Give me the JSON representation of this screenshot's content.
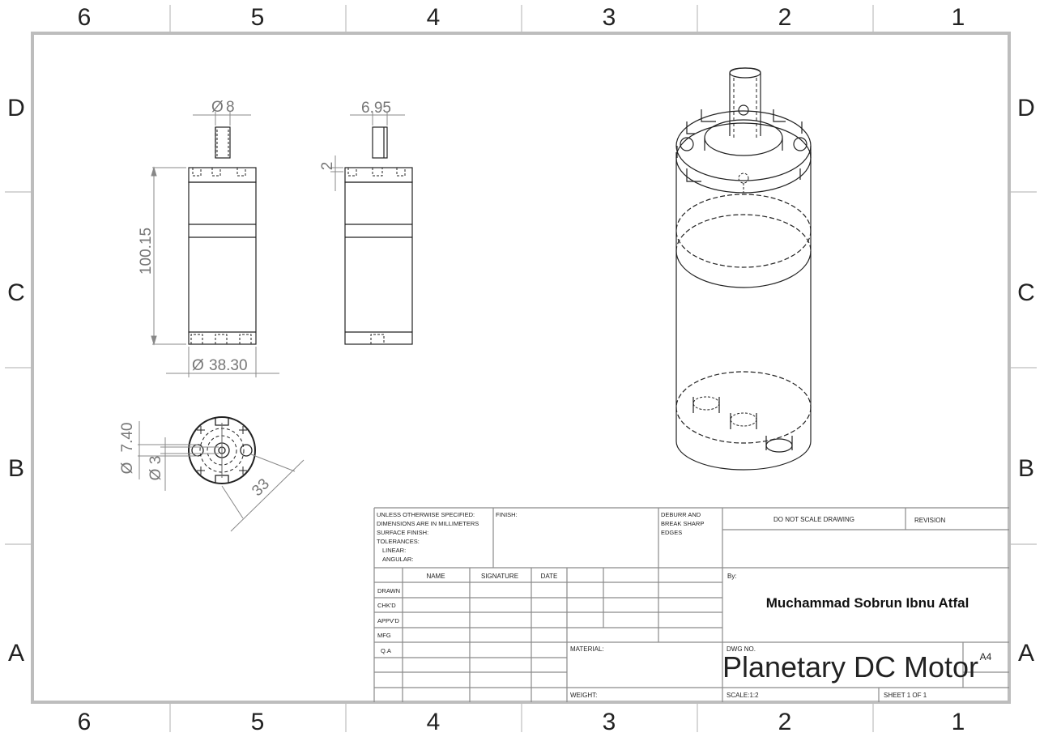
{
  "zones": {
    "top": [
      "6",
      "5",
      "4",
      "3",
      "2",
      "1"
    ],
    "bottom": [
      "6",
      "5",
      "4",
      "3",
      "2",
      "1"
    ],
    "left": [
      "D",
      "C",
      "B",
      "A"
    ],
    "right": [
      "D",
      "C",
      "B",
      "A"
    ]
  },
  "dimensions": {
    "front_shaft_dia": "8",
    "front_length": "100.15",
    "front_body_dia": "38.30",
    "side_shaft_flat": "6.95",
    "side_step": "2",
    "bottom_hole_circle": "7.40",
    "bottom_center_bore": "3",
    "bottom_bolt_circle": "33"
  },
  "dia_symbol": "Ø",
  "title_block": {
    "spec_lines": [
      "UNLESS OTHERWISE SPECIFIED:",
      "DIMENSIONS ARE IN MILLIMETERS",
      "SURFACE FINISH:",
      "TOLERANCES:",
      "LINEAR:",
      "ANGULAR:"
    ],
    "finish": "FINISH:",
    "deburr_lines": [
      "DEBURR AND",
      "BREAK SHARP",
      "EDGES"
    ],
    "do_not_scale": "DO NOT SCALE DRAWING",
    "revision": "REVISION",
    "cols": [
      "NAME",
      "SIGNATURE",
      "DATE"
    ],
    "rows": [
      "DRAWN",
      "CHK'D",
      "APPV'D",
      "MFG",
      "Q.A"
    ],
    "by_label": "By:",
    "author": "Muchammad Sobrun Ibnu Atfal",
    "material": "MATERIAL:",
    "dwg_no": "DWG NO.",
    "title": "Planetary DC Motor",
    "size": "A4",
    "weight": "WEIGHT:",
    "scale": "SCALE:1:2",
    "sheet": "SHEET 1 OF 1"
  }
}
